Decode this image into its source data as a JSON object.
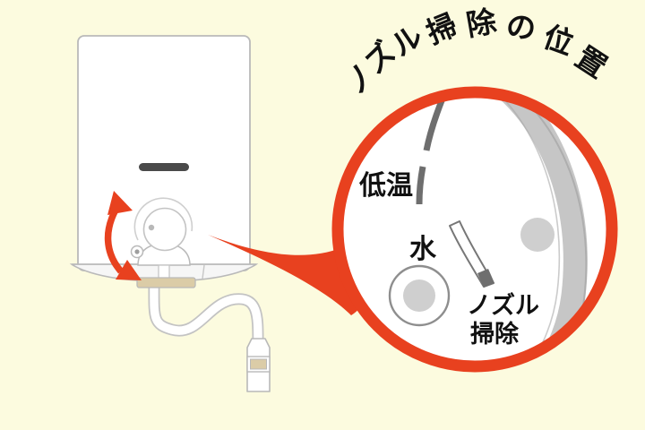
{
  "scene": {
    "background_color": "#fcfbdf",
    "description_title": "ノズル掃除の位置"
  },
  "callout": {
    "title": "ノズル掃除の位置",
    "title_chars": [
      "ノ",
      "ズ",
      "ル",
      "掃",
      "除",
      "の",
      "位",
      "置"
    ],
    "ring_color": "#e8411f",
    "interior_color": "#ffffff",
    "tail_color": "#e8411f"
  },
  "dial_labels": [
    {
      "id": "low-temp",
      "text": "低温"
    },
    {
      "id": "water",
      "text": "水"
    },
    {
      "id": "nozzle-clean-line1",
      "text": "ノズル"
    },
    {
      "id": "nozzle-clean-line2",
      "text": "掃除"
    }
  ],
  "dial": {
    "band_color": "#c6c6c6",
    "band_stroke": "#9a9a9a",
    "tick_color": "#6e6e6e",
    "marker_fill": "#ffffff",
    "marker_tip": "#6e6e6e",
    "knob_fill": "#cfcfcf",
    "knob_stroke": "#8e8e8e",
    "dot_fill": "#c8c8c8"
  },
  "heater": {
    "body_fill": "#ffffff",
    "body_stroke": "#b9b9b9",
    "vent_color": "#4a4a4a",
    "base_fill": "#f4f4f4",
    "connector_fill": "#dbcca7",
    "hose_fill": "#ffffff",
    "hose_stroke": "#c3c3c3",
    "nozzle_band_fill": "#dbcca7",
    "arrow_color": "#e8411f"
  },
  "icons": {
    "rotation_arrow": "double-headed-curved-arrow",
    "callout_pointer": "tapered-callout-tail",
    "vent_slot": "horizontal-slot-icon",
    "knob": "rotary-dial-icon"
  }
}
